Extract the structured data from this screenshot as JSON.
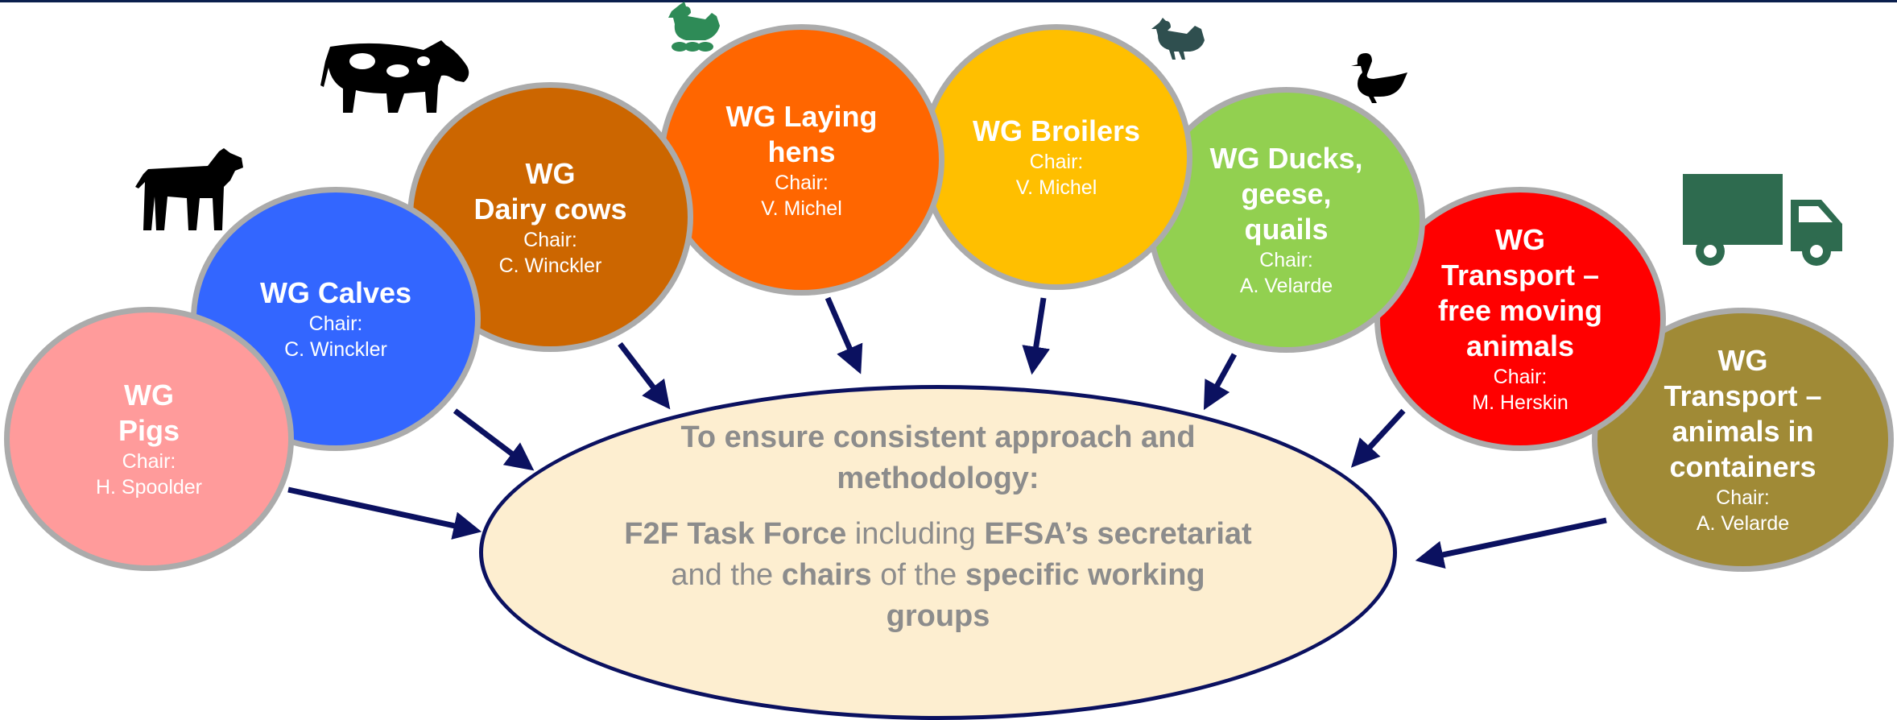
{
  "working_groups": [
    {
      "title": "WG\nPigs",
      "chair_label": "Chair:",
      "chair": "H. Spoolder",
      "color": "#ff9b9b"
    },
    {
      "title": "WG Calves",
      "chair_label": "Chair:",
      "chair": "C. Winckler",
      "color": "#3366ff"
    },
    {
      "title": "WG\nDairy cows",
      "chair_label": "Chair:",
      "chair": "C. Winckler",
      "color": "#cc6600"
    },
    {
      "title": "WG Laying\nhens",
      "chair_label": "Chair:",
      "chair": "V. Michel",
      "color": "#ff6600"
    },
    {
      "title": "WG Broilers",
      "chair_label": "Chair:",
      "chair": "V. Michel",
      "color": "#ffbf00"
    },
    {
      "title": "WG Ducks,\ngeese,\nquails",
      "chair_label": "Chair:",
      "chair": "A. Velarde",
      "color": "#92d050"
    },
    {
      "title": "WG\nTransport –\nfree moving\nanimals",
      "chair_label": "Chair:",
      "chair": "M. Herskin",
      "color": "#ff0000"
    },
    {
      "title": "WG\nTransport –\nanimals in\ncontainers",
      "chair_label": "Chair:",
      "chair": "A. Velarde",
      "color": "#a08a36"
    }
  ],
  "center": {
    "heading": "To ensure consistent approach and methodology:",
    "parts": [
      {
        "text": "F2F Task Force",
        "bold": true
      },
      {
        "text": " including ",
        "bold": false
      },
      {
        "text": "EFSA’s secretariat",
        "bold": true
      },
      {
        "text": " and the ",
        "bold": false
      },
      {
        "text": "chairs",
        "bold": true
      },
      {
        "text": " of the ",
        "bold": false
      },
      {
        "text": "specific working groups",
        "bold": true
      }
    ]
  },
  "icons": [
    {
      "name": "cow-icon",
      "color": "#000000"
    },
    {
      "name": "calf-icon",
      "color": "#000000"
    },
    {
      "name": "laying-hen-icon",
      "color": "#2e8b57"
    },
    {
      "name": "broiler-chicken-icon",
      "color": "#2f4f4f"
    },
    {
      "name": "duck-icon",
      "color": "#000000"
    },
    {
      "name": "truck-icon",
      "color": "#2e6b4f"
    }
  ],
  "colors": {
    "arrow": "#0b1160",
    "oval_border": "#0b1160",
    "oval_fill": "#fdeed0",
    "center_text": "#8c8c8c",
    "circle_border": "#ababab"
  }
}
